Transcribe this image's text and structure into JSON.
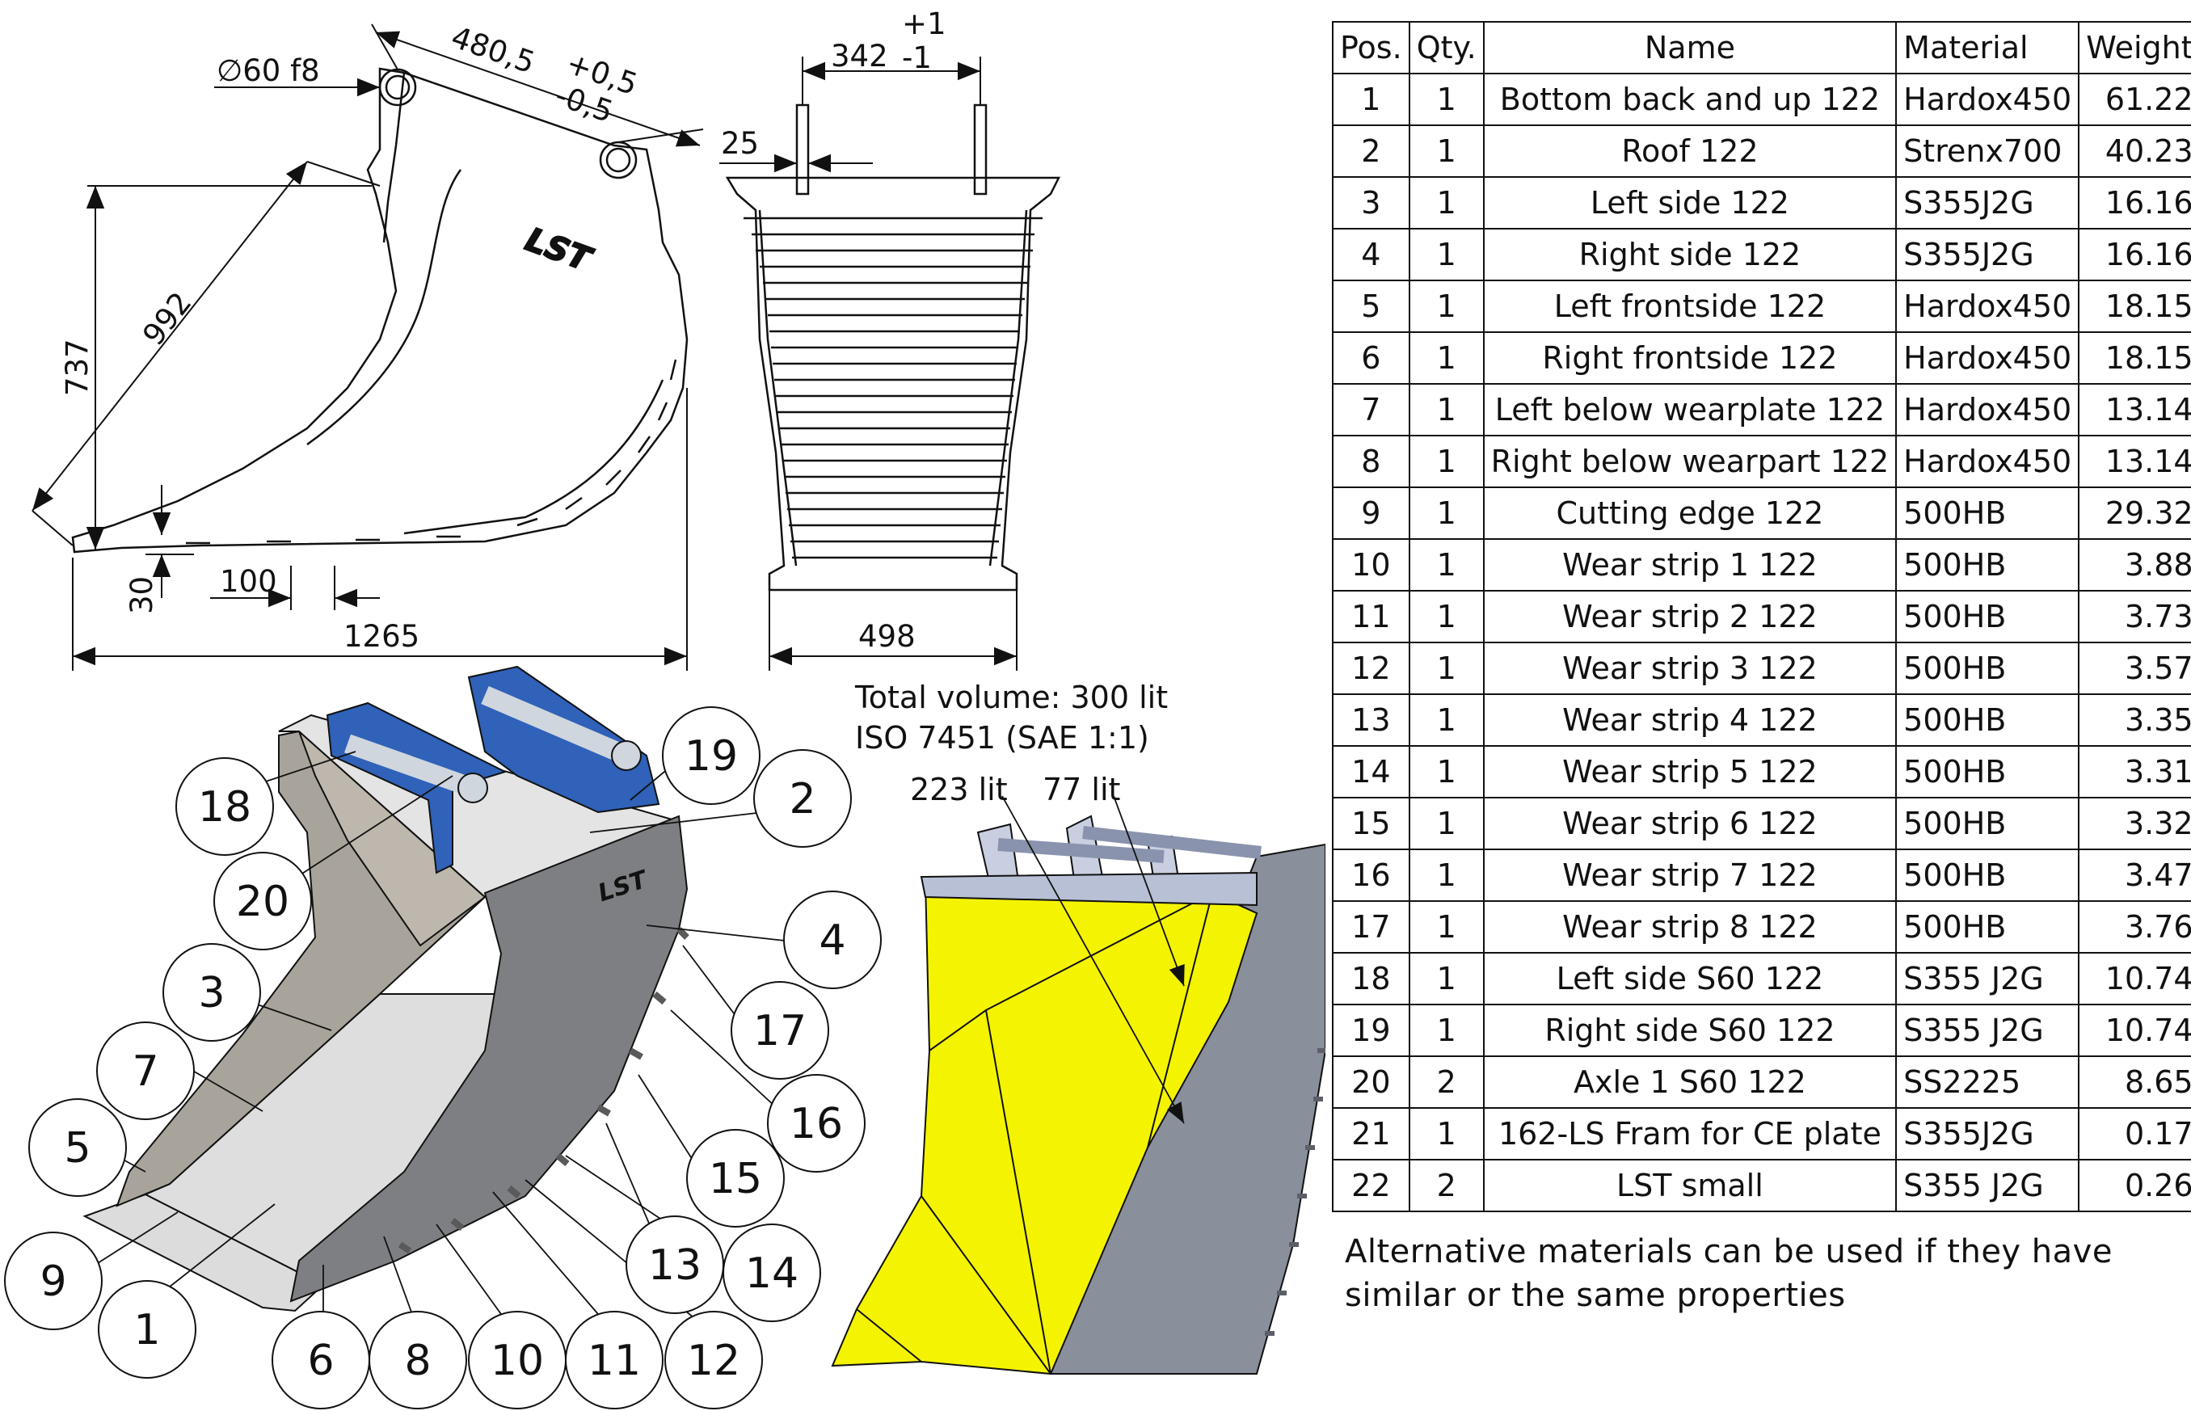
{
  "side_view": {
    "bore_label": "∅60 f8",
    "pin_distance": "480,5",
    "pin_tol_plus": "+0,5",
    "pin_tol_minus": "-0,5",
    "diagonal": "992",
    "height": "737",
    "lip_thickness": "30",
    "strip_pitch": "100",
    "overall_length": "1265",
    "logo": "LST"
  },
  "front_view": {
    "pin_span": "342",
    "pin_span_tol_plus": "+1",
    "pin_span_tol_minus": "-1",
    "plate_thickness": "25",
    "width": "498"
  },
  "iso_notes": {
    "total_volume": "Total volume: 300 lit",
    "standard": "ISO 7451 (SAE 1:1)",
    "volume_a": "223 lit",
    "volume_b": "77 lit"
  },
  "callouts": [
    "18",
    "20",
    "3",
    "7",
    "5",
    "9",
    "1",
    "6",
    "8",
    "10",
    "11",
    "12",
    "14",
    "13",
    "15",
    "16",
    "17",
    "4",
    "2",
    "19"
  ],
  "bom": {
    "headers": {
      "pos": "Pos.",
      "qty": "Qty.",
      "name": "Name",
      "material": "Material",
      "weight": "Weight"
    },
    "rows": [
      {
        "pos": "1",
        "qty": "1",
        "name": "Bottom back and up 122",
        "material": "Hardox450",
        "weight": "61.22"
      },
      {
        "pos": "2",
        "qty": "1",
        "name": "Roof 122",
        "material": "Strenx700",
        "weight": "40.23"
      },
      {
        "pos": "3",
        "qty": "1",
        "name": "Left side 122",
        "material": "S355J2G",
        "weight": "16.16"
      },
      {
        "pos": "4",
        "qty": "1",
        "name": "Right side 122",
        "material": "S355J2G",
        "weight": "16.16"
      },
      {
        "pos": "5",
        "qty": "1",
        "name": "Left frontside 122",
        "material": "Hardox450",
        "weight": "18.15"
      },
      {
        "pos": "6",
        "qty": "1",
        "name": "Right frontside 122",
        "material": "Hardox450",
        "weight": "18.15"
      },
      {
        "pos": "7",
        "qty": "1",
        "name": "Left below wearplate 122",
        "material": "Hardox450",
        "weight": "13.14"
      },
      {
        "pos": "8",
        "qty": "1",
        "name": "Right below wearpart 122",
        "material": "Hardox450",
        "weight": "13.14"
      },
      {
        "pos": "9",
        "qty": "1",
        "name": "Cutting edge 122",
        "material": "500HB",
        "weight": "29.32"
      },
      {
        "pos": "10",
        "qty": "1",
        "name": "Wear strip 1 122",
        "material": "500HB",
        "weight": "3.88"
      },
      {
        "pos": "11",
        "qty": "1",
        "name": "Wear strip 2 122",
        "material": "500HB",
        "weight": "3.73"
      },
      {
        "pos": "12",
        "qty": "1",
        "name": "Wear strip 3 122",
        "material": "500HB",
        "weight": "3.57"
      },
      {
        "pos": "13",
        "qty": "1",
        "name": "Wear strip 4 122",
        "material": "500HB",
        "weight": "3.35"
      },
      {
        "pos": "14",
        "qty": "1",
        "name": "Wear strip 5 122",
        "material": "500HB",
        "weight": "3.31"
      },
      {
        "pos": "15",
        "qty": "1",
        "name": "Wear strip 6 122",
        "material": "500HB",
        "weight": "3.32"
      },
      {
        "pos": "16",
        "qty": "1",
        "name": "Wear strip 7 122",
        "material": "500HB",
        "weight": "3.47"
      },
      {
        "pos": "17",
        "qty": "1",
        "name": "Wear strip 8 122",
        "material": "500HB",
        "weight": "3.76"
      },
      {
        "pos": "18",
        "qty": "1",
        "name": "Left side S60 122",
        "material": "S355 J2G",
        "weight": "10.74"
      },
      {
        "pos": "19",
        "qty": "1",
        "name": "Right side S60 122",
        "material": "S355 J2G",
        "weight": "10.74"
      },
      {
        "pos": "20",
        "qty": "2",
        "name": "Axle 1 S60 122",
        "material": "SS2225",
        "weight": "8.65"
      },
      {
        "pos": "21",
        "qty": "1",
        "name": "162-LS Fram for CE plate",
        "material": "S355J2G",
        "weight": "0.17"
      },
      {
        "pos": "22",
        "qty": "2",
        "name": "LST small",
        "material": "S355 J2G",
        "weight": "0.26"
      }
    ]
  },
  "note_line1": "Alternative materials can be used if they have",
  "note_line2": "similar or the same properties",
  "colors": {
    "bracket_blue": "#2f62b8",
    "volume_yellow": "#f4f400",
    "steel_grey": "#8a8f9c",
    "plate_light": "#d9d9d9",
    "logo_green": "#2c8a3a"
  }
}
